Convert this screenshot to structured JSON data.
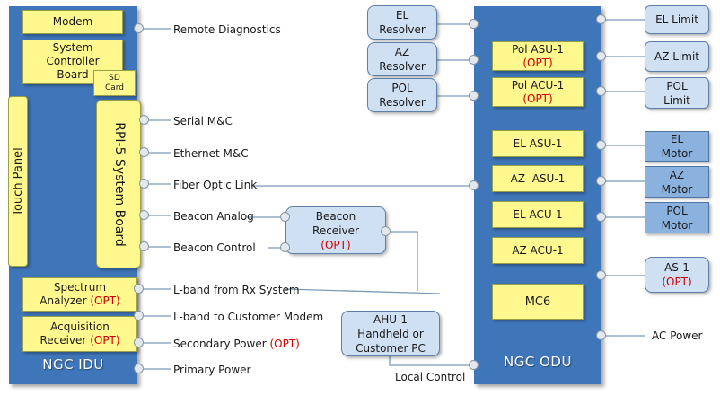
{
  "idu": {
    "title": "NGC IDU",
    "modem": "Modem",
    "system_controller": "System\nController\nBoard",
    "sd_card": "SD\nCard",
    "touch_panel": "Touch Panel",
    "rpi": "RPI-5 System Board",
    "spectrum_analyzer": "Spectrum\nAnalyzer",
    "acquisition_receiver": "Acquisition\nReceiver",
    "opt": "(OPT)"
  },
  "idu_ports": [
    "Remote Diagnostics",
    "Serial M&C",
    "Ethernet M&C",
    "Fiber Optic Link",
    "Beacon Analog",
    "Beacon Control",
    "L-band from Rx System",
    "L-band to Customer Modem",
    "Secondary Power",
    "Primary Power"
  ],
  "secondary_power_opt": "(OPT)",
  "beacon_receiver": {
    "label": "Beacon\nReceiver",
    "opt": "(OPT)"
  },
  "ahu": {
    "label": "AHU-1\nHandheld or\nCustomer PC"
  },
  "local_control": "Local Control",
  "resolvers": [
    "EL\nResolver",
    "AZ\nResolver",
    "POL\nResolver"
  ],
  "odu": {
    "title": "NGC ODU",
    "pol_asu": "Pol ASU-1",
    "pol_acu": "Pol ACU-1",
    "opt": "(OPT)",
    "el_asu": "EL ASU-1",
    "az_asu": "AZ  ASU-1",
    "el_acu": "EL ACU-1",
    "az_acu": "AZ ACU-1",
    "mc6": "MC6"
  },
  "right_items": {
    "el_limit": "EL Limit",
    "az_limit": "AZ Limit",
    "pol_limit": "POL\nLimit",
    "el_motor": "EL\nMotor",
    "az_motor": "AZ\nMotor",
    "pol_motor": "POL\nMotor",
    "as1": "AS-1",
    "as1_opt": "(OPT)",
    "ac_power": "AC Power"
  },
  "colors": {
    "panel_blue": "#3f76b9",
    "module_yellow": "#fff88f",
    "light_box": "#cfe0f3",
    "motor_blue": "#8bb1de",
    "opt_red": "#d10000"
  }
}
